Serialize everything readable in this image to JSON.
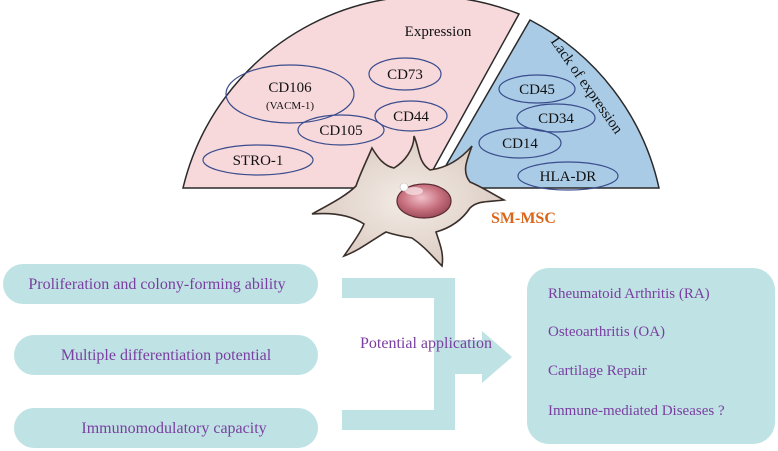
{
  "expression": {
    "title": "Expression",
    "markers": [
      "CD106",
      "(VACM-1)",
      "CD73",
      "CD44",
      "CD105",
      "STRO-1"
    ]
  },
  "lack_of_expression": {
    "title": "Lack of expression",
    "markers": [
      "CD45",
      "CD34",
      "CD14",
      "HLA-DR"
    ]
  },
  "cell_label": "SM-MSC",
  "properties": [
    "Proliferation and colony-forming ability",
    "Multiple differentiation potential",
    "Immunomodulatory capacity"
  ],
  "arrow_label": "Potential application",
  "applications": [
    "Rheumatoid Arthritis (RA)",
    "Osteoarthritis (OA)",
    "Cartilage Repair",
    "Immune-mediated Diseases ?"
  ],
  "colors": {
    "expression_fill": "#f7d9dc",
    "lack_fill": "#a9cbe6",
    "marker_stroke": "#3a4c8c",
    "teal": "#bfe3e4",
    "purple_text": "#7a3ea0",
    "orange_text": "#d9661a"
  }
}
